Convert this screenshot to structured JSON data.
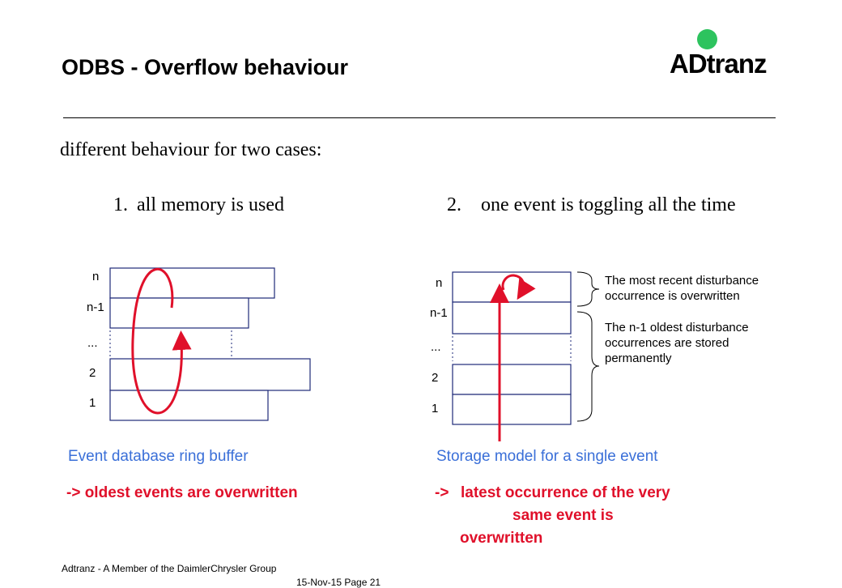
{
  "title": "ODBS  - Overflow behaviour",
  "logo": {
    "text": "ADtranz",
    "dot_color": "#2dc35e"
  },
  "intro": "different behaviour for two cases:",
  "cases": [
    {
      "num": "1.",
      "text": "all memory is used"
    },
    {
      "num": "2.",
      "text": "one event is toggling all the time"
    }
  ],
  "left_diagram": {
    "labels": {
      "n": "n",
      "n1": "n-1",
      "dots": "...",
      "two": "2",
      "one": "1"
    },
    "caption": "Event database ring buffer",
    "result": "-> oldest events are overwritten"
  },
  "right_diagram": {
    "labels": {
      "n": "n",
      "n1": "n-1",
      "dots": "...",
      "two": "2",
      "one": "1"
    },
    "note_top": [
      "The most recent disturbance",
      "occurrence is overwritten"
    ],
    "note_bottom": [
      "The n-1 oldest disturbance",
      "occurrences are stored",
      "permanently"
    ],
    "caption": "Storage model for a single event",
    "result_arrow": "->",
    "result_lines": [
      "latest occurrence of the very",
      "same event is",
      "overwritten"
    ]
  },
  "colors": {
    "accent_red": "#e0102a",
    "caption_blue": "#3a6fd8",
    "box_border": "#1e2a78"
  },
  "footer": {
    "company": "Adtranz - A Member of the DaimlerChrysler Group",
    "date_page": "15-Nov-15    Page 21"
  }
}
